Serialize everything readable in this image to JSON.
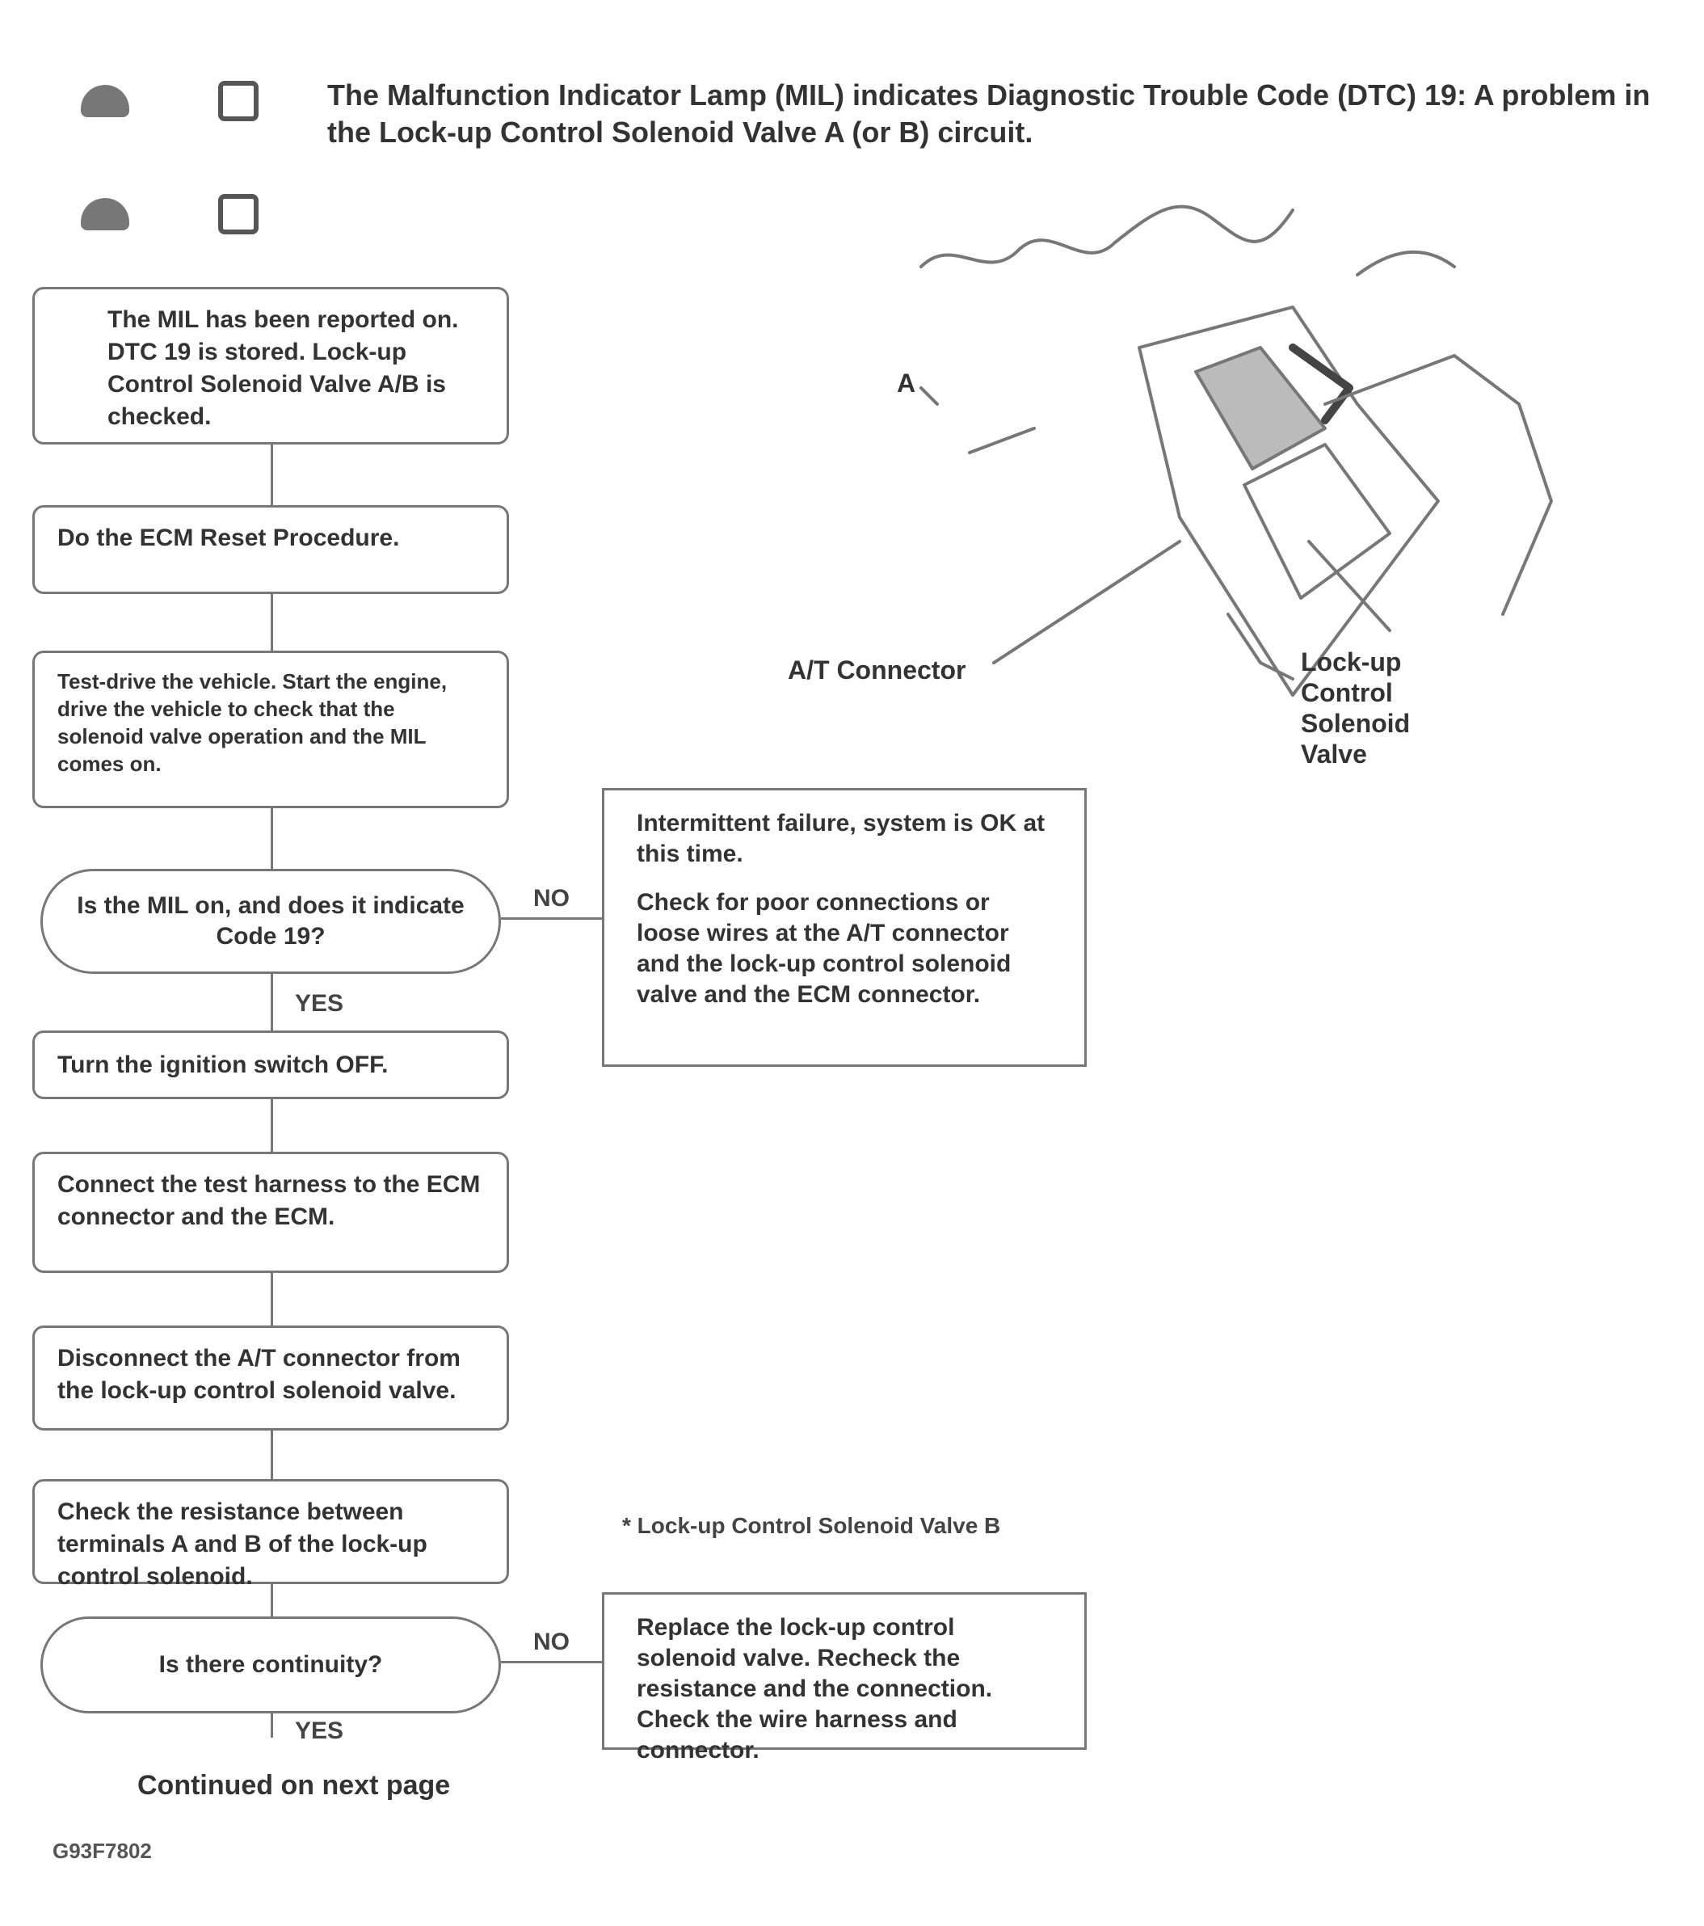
{
  "intro": {
    "text": "The Malfunction Indicator Lamp (MIL) indicates Diagnostic Trouble Code (DTC) 19: A problem in the Lock-up Control Solenoid Valve A (or B) circuit."
  },
  "header_icons": [
    {
      "icon": "vehicle-icon"
    },
    {
      "icon": "engine-icon"
    }
  ],
  "flow": {
    "steps": [
      {
        "id": "s1",
        "text": "The MIL has been reported on. DTC 19 is stored. Lock-up Control Solenoid Valve A/B is checked."
      },
      {
        "id": "s2",
        "text": "Do the ECM Reset Procedure."
      },
      {
        "id": "s3",
        "text": "Test-drive the vehicle. Start the engine, drive the vehicle to check that the solenoid valve operation and the MIL comes on."
      },
      {
        "id": "s4",
        "text": "Is the MIL on, and does it indicate Code 19?",
        "type": "decision",
        "yes": "YES",
        "no": "NO"
      },
      {
        "id": "s5",
        "text": "Turn the ignition switch OFF."
      },
      {
        "id": "s6",
        "text": "Connect the test harness to the ECM connector and the ECM."
      },
      {
        "id": "s7",
        "text": "Disconnect the A/T connector from the lock-up control solenoid valve."
      },
      {
        "id": "s8",
        "text": "Check the resistance between terminals A and B of the lock-up control solenoid."
      },
      {
        "id": "s9",
        "text": "Is there continuity?",
        "type": "decision",
        "yes": "YES",
        "no": "NO"
      }
    ],
    "side_boxes": [
      {
        "title": "Intermittent failure, system is OK at this time.",
        "body": "Check for poor connections or loose wires at the A/T connector and the lock-up control solenoid valve and the ECM connector."
      },
      {
        "title": "Replace the lock-up control solenoid valve. Recheck the resistance and the connection. Check the wire harness and connector."
      }
    ],
    "note": "* Lock-up Control Solenoid Valve B",
    "continue": "Continued on next page"
  },
  "illustration": {
    "label_left": "A/T Connector",
    "label_right": "Lock-up Control Solenoid Valve",
    "label_top": "A"
  },
  "figure_id": "G93F7802"
}
